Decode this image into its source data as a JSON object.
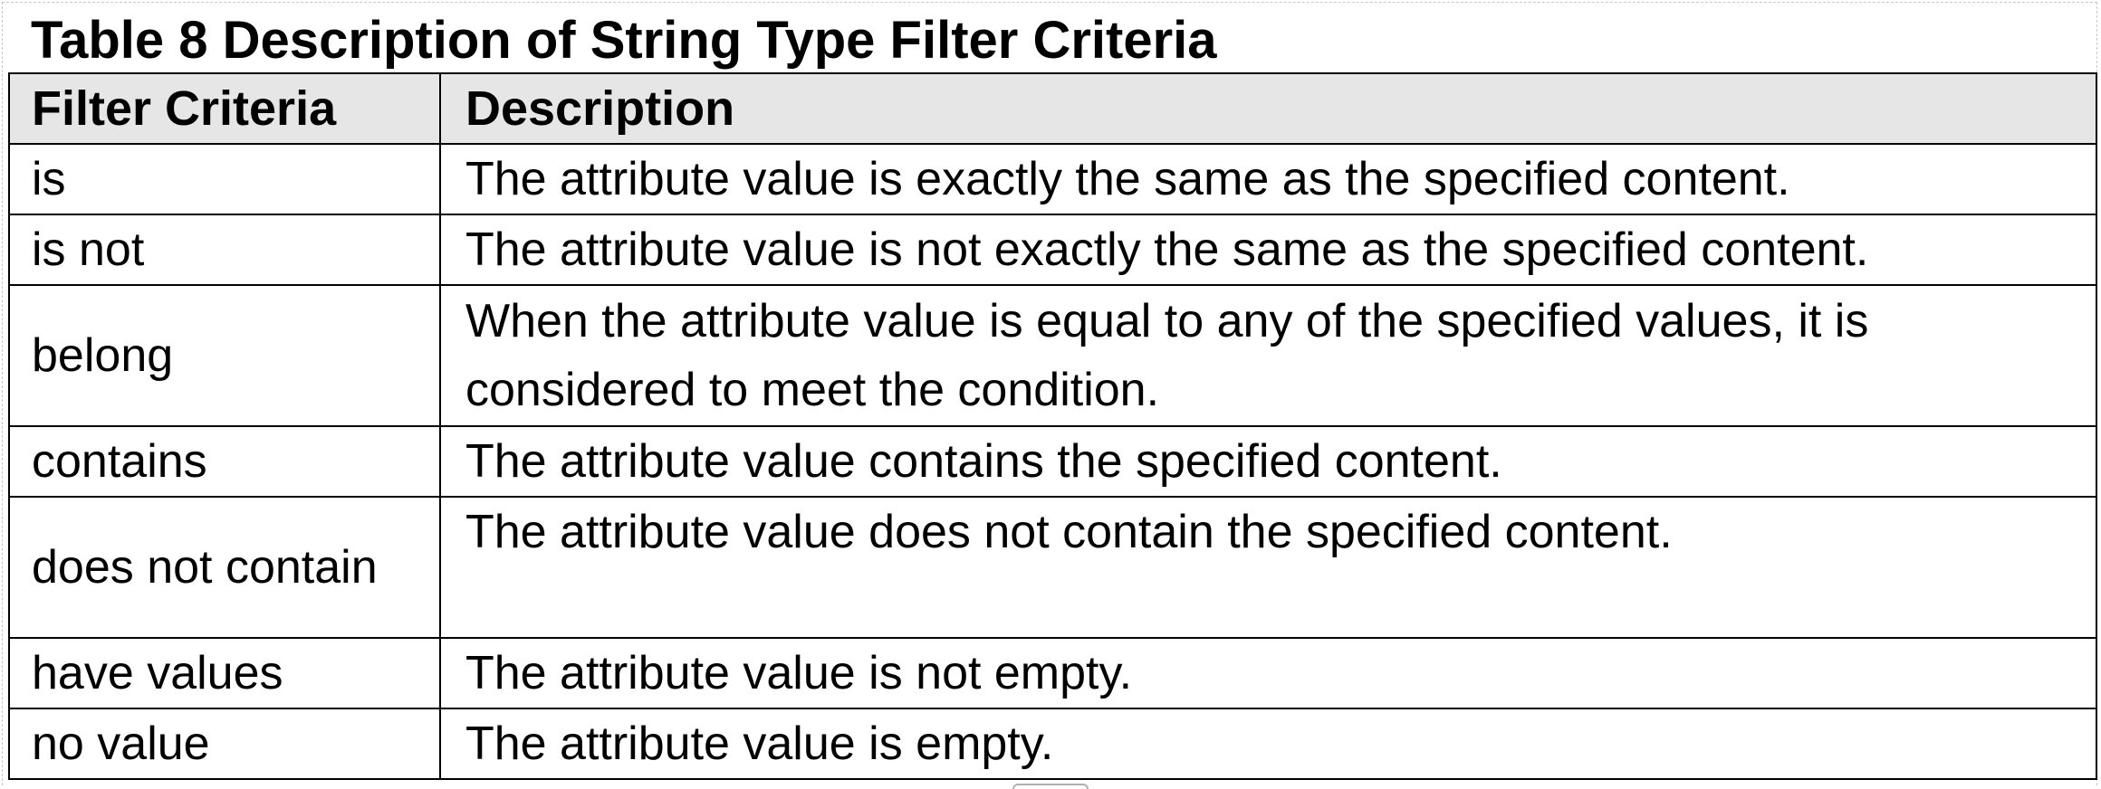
{
  "caption": "Table 8 Description of String Type Filter Criteria",
  "table": {
    "headers": [
      "Filter Criteria",
      "Description"
    ],
    "rows": [
      {
        "criteria": "is",
        "description": "The attribute value is exactly the same as the specified content."
      },
      {
        "criteria": "is not",
        "description": "The attribute value is not exactly the same as the specified content."
      },
      {
        "criteria": "belong",
        "description": "When the attribute value is equal to any of the specified values, it is considered to meet the condition."
      },
      {
        "criteria": "contains",
        "description": "The attribute value contains the specified content."
      },
      {
        "criteria": "does not contain",
        "description": "The attribute value does not contain the specified content."
      },
      {
        "criteria": "have values",
        "description": "The attribute value is not empty."
      },
      {
        "criteria": "no value",
        "description": "The attribute value is empty."
      }
    ]
  }
}
